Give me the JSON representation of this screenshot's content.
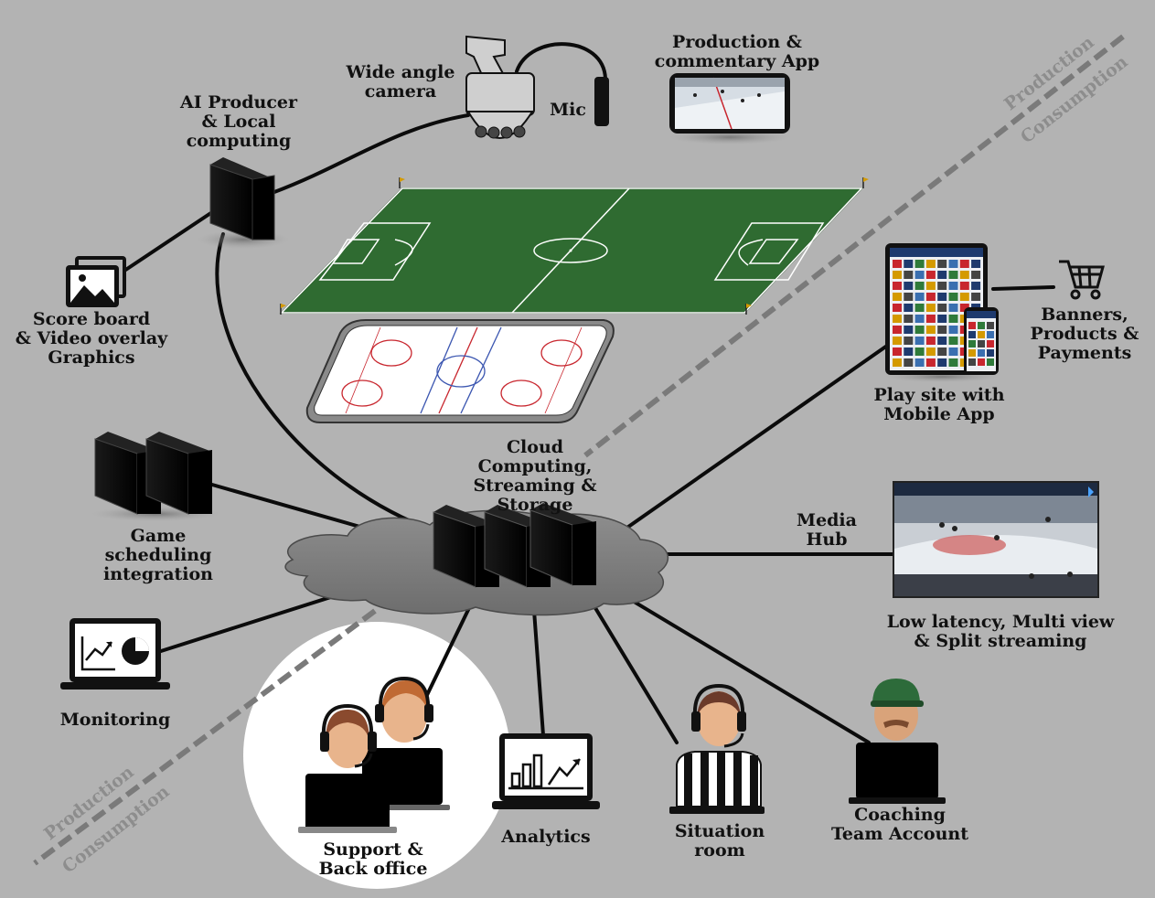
{
  "labels": {
    "wide_angle_camera": "Wide angle\ncamera",
    "mic": "Mic",
    "production_app": "Production &\ncommentary App",
    "ai_producer": "AI Producer\n& Local\ncomputing",
    "scoreboard": "Score board\n& Video overlay\nGraphics",
    "play_site": "Play site with\nMobile App",
    "banners": "Banners,\nProducts &\nPayments",
    "cloud": "Cloud\nComputing,\nStreaming & Storage",
    "game_scheduling": "Game\nscheduling\nintegration",
    "media_hub": "Media\nHub",
    "low_latency": "Low latency, Multi view\n& Split streaming",
    "monitoring": "Monitoring",
    "support": "Support &\nBack office",
    "analytics": "Analytics",
    "situation_room": "Situation\nroom",
    "coaching": "Coaching\nTeam Account"
  },
  "divider": {
    "top_production": "Production",
    "top_consumption": "Consumption",
    "bottom_production": "Production",
    "bottom_consumption": "Consumption"
  },
  "colors": {
    "background": "#b3b3b3",
    "field_green": "#2f6b31",
    "rink_blue": "#3a55b0",
    "rink_red": "#c8262e",
    "divider_gray": "#7a7a7a",
    "server_black": "#0b0b0b",
    "highlight_white": "#ffffff",
    "headset_orange": "#c98a50",
    "cap_green": "#2d6b3a"
  },
  "icons": [
    "camera-icon",
    "microphone-icon",
    "phone-app-icon",
    "server-icon",
    "image-gallery-icon",
    "soccer-field-icon",
    "hockey-rink-icon",
    "tablet-phone-icon",
    "shopping-cart-icon",
    "cloud-icon",
    "video-screen-icon",
    "laptop-chart-icon",
    "support-agent-icon",
    "referee-icon",
    "coach-icon"
  ]
}
